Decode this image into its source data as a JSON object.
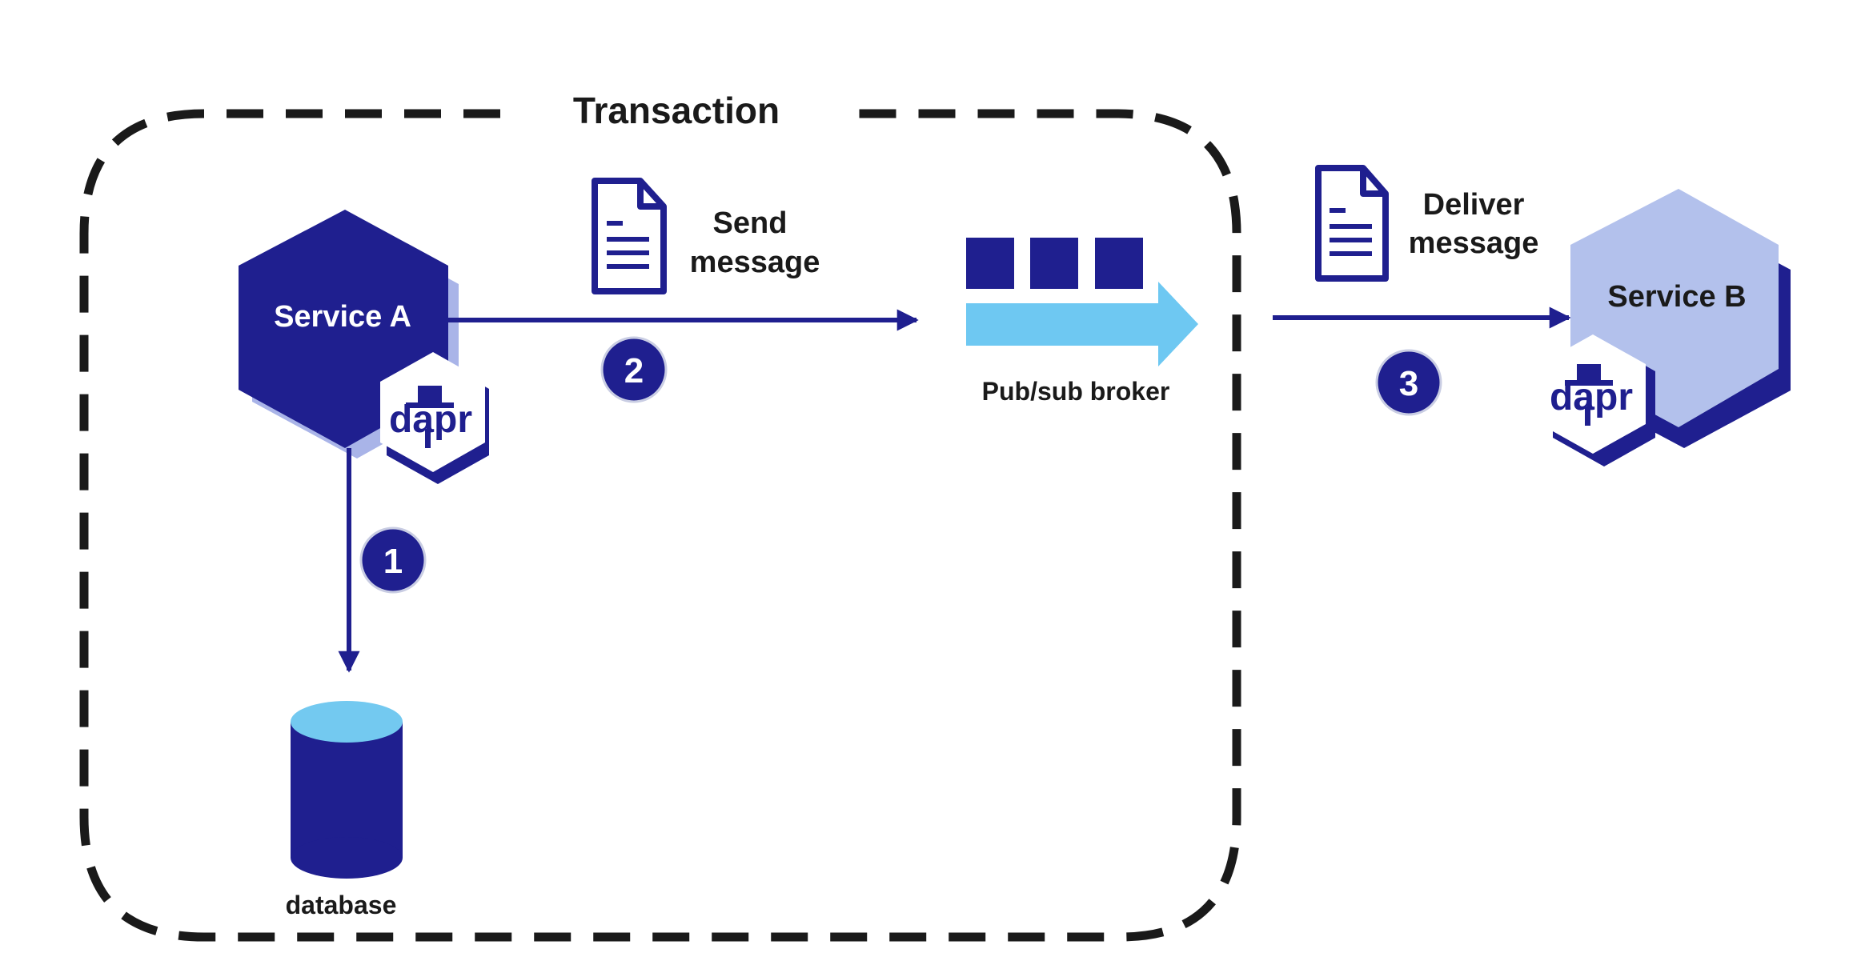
{
  "diagram": {
    "transaction_label": "Transaction",
    "service_a": {
      "label": "Service A",
      "sidecar_text": "dapr"
    },
    "service_b": {
      "label": "Service B",
      "sidecar_text": "dapr"
    },
    "database": {
      "label": "database"
    },
    "broker": {
      "label": "Pub/sub broker"
    },
    "send_message": {
      "line1": "Send",
      "line2": "message"
    },
    "deliver_message": {
      "line1": "Deliver",
      "line2": "message"
    },
    "steps": [
      {
        "number": "1"
      },
      {
        "number": "2"
      },
      {
        "number": "3"
      }
    ]
  },
  "colors": {
    "primary": "#1f1f8f",
    "service_a_shadow": "#a9b4e8",
    "service_b_fill": "#b3c1ec",
    "broker_arrow": "#6ec8f2",
    "database_top": "#73c9f0",
    "boundary": "#1a1a1a"
  },
  "icons": [
    "document-icon",
    "dapr-logo-icon",
    "database-icon",
    "queue-icon"
  ]
}
